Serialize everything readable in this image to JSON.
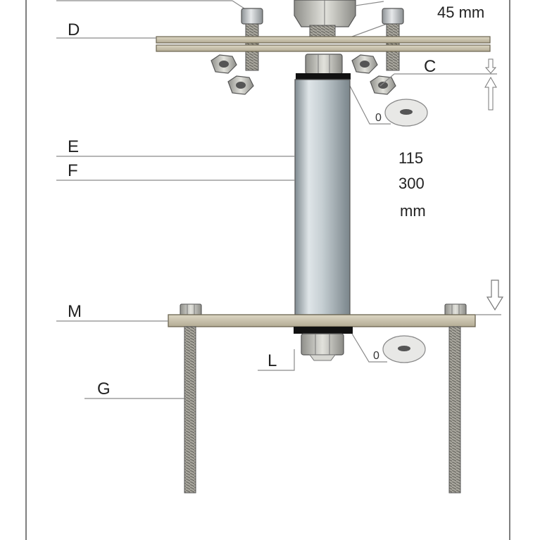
{
  "labels": {
    "D": "D",
    "C": "C",
    "E": "E",
    "F": "F",
    "M": "M",
    "L": "L",
    "G": "G"
  },
  "dimensions": {
    "top": "45 mm",
    "length_1": "115",
    "length_2": "300",
    "length_unit": "mm"
  },
  "washer_counts": {
    "upper": "0",
    "lower": "0"
  },
  "colors": {
    "plate": "#c9c2ad",
    "plate_edge": "#6b6450",
    "tube_light": "#e4e9ec",
    "tube_dark": "#8c979d",
    "steel": "#b8bcbf",
    "rubber": "#111111",
    "frame": "#555555"
  }
}
